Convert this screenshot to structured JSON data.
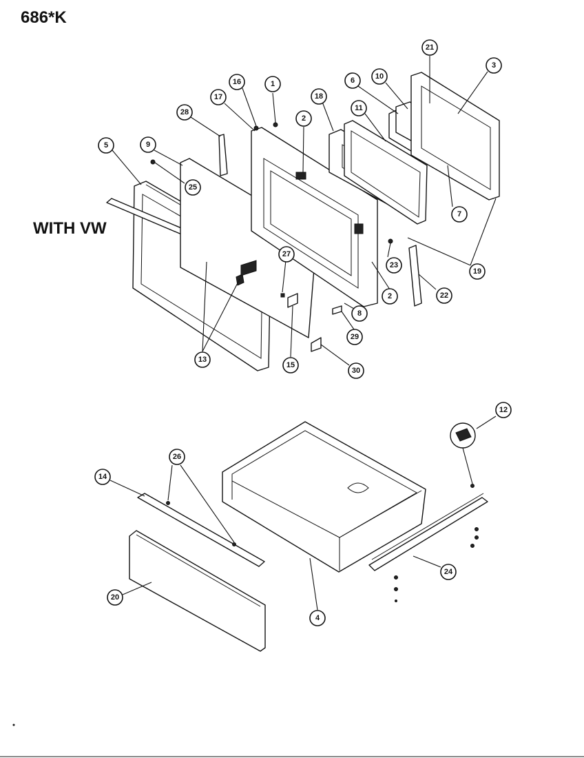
{
  "header": {
    "model": "686*K",
    "variant_note": "WITH VW"
  },
  "callouts": [
    {
      "id": "c21",
      "label": "21"
    },
    {
      "id": "c3",
      "label": "3"
    },
    {
      "id": "c16",
      "label": "16"
    },
    {
      "id": "c1",
      "label": "1"
    },
    {
      "id": "c6",
      "label": "6"
    },
    {
      "id": "c10",
      "label": "10"
    },
    {
      "id": "c17",
      "label": "17"
    },
    {
      "id": "c18",
      "label": "18"
    },
    {
      "id": "c28",
      "label": "28"
    },
    {
      "id": "c2a",
      "label": "2"
    },
    {
      "id": "c11",
      "label": "11"
    },
    {
      "id": "c5",
      "label": "5"
    },
    {
      "id": "c9",
      "label": "9"
    },
    {
      "id": "c25",
      "label": "25"
    },
    {
      "id": "c7",
      "label": "7"
    },
    {
      "id": "c23",
      "label": "23"
    },
    {
      "id": "c19",
      "label": "19"
    },
    {
      "id": "c27",
      "label": "27"
    },
    {
      "id": "c22",
      "label": "22"
    },
    {
      "id": "c2b",
      "label": "2"
    },
    {
      "id": "c8",
      "label": "8"
    },
    {
      "id": "c29",
      "label": "29"
    },
    {
      "id": "c13",
      "label": "13"
    },
    {
      "id": "c15",
      "label": "15"
    },
    {
      "id": "c30",
      "label": "30"
    },
    {
      "id": "c12",
      "label": "12"
    },
    {
      "id": "c26",
      "label": "26"
    },
    {
      "id": "c14",
      "label": "14"
    },
    {
      "id": "c24",
      "label": "24"
    },
    {
      "id": "c20",
      "label": "20"
    },
    {
      "id": "c4",
      "label": "4"
    }
  ]
}
